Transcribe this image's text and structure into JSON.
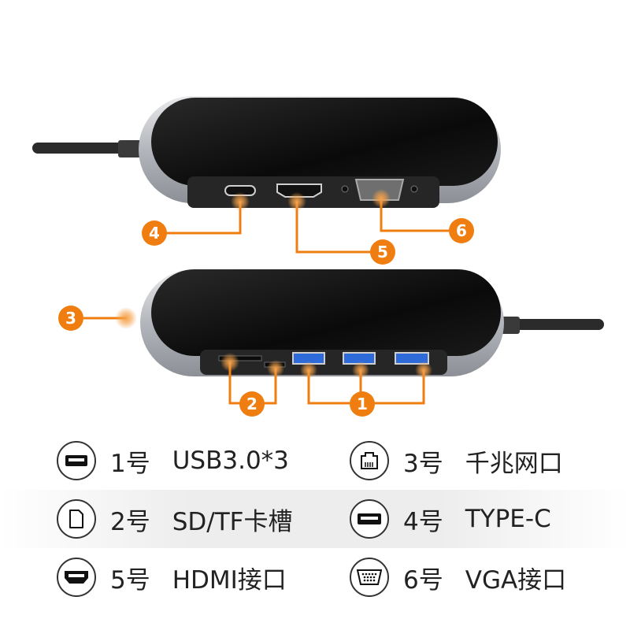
{
  "colors": {
    "accent": "#f07d0f",
    "device_glass": "#0d0d0d",
    "device_frame": "#b9bcc2",
    "text": "#222222"
  },
  "callouts": [
    {
      "id": "1",
      "label": "1"
    },
    {
      "id": "2",
      "label": "2"
    },
    {
      "id": "3",
      "label": "3"
    },
    {
      "id": "4",
      "label": "4"
    },
    {
      "id": "5",
      "label": "5"
    },
    {
      "id": "6",
      "label": "6"
    }
  ],
  "legend": [
    {
      "icon": "usb-port-icon",
      "num": "1号",
      "label": "USB3.0*3"
    },
    {
      "icon": "ethernet-port-icon",
      "num": "3号",
      "label": "千兆网口"
    },
    {
      "icon": "sd-card-icon",
      "num": "2号",
      "label": "SD/TF卡槽"
    },
    {
      "icon": "type-c-port-icon",
      "num": "4号",
      "label": "TYPE-C"
    },
    {
      "icon": "hdmi-port-icon",
      "num": "5号",
      "label": "HDMI接口"
    },
    {
      "icon": "vga-port-icon",
      "num": "6号",
      "label": "VGA接口"
    }
  ]
}
